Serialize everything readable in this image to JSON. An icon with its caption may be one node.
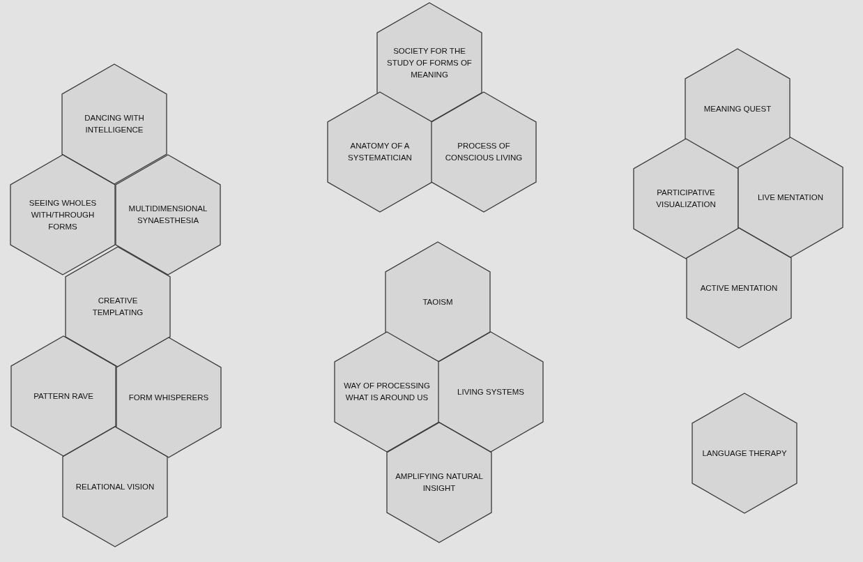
{
  "diagram": {
    "nodes": [
      {
        "text": [
          "DANCING WITH INTELLIGENCE"
        ]
      },
      {
        "text": [
          "SEEING WHOLES WITH/THROUGH FORMS"
        ]
      },
      {
        "text": [
          "MULTIDIMENSIONAL SYNAESTHESIA"
        ]
      },
      {
        "text": [
          "CREATIVE TEMPLATING"
        ]
      },
      {
        "text": [
          "PATTERN RAVE"
        ]
      },
      {
        "text": [
          "FORM WHISPERERS"
        ]
      },
      {
        "text": [
          "RELATIONAL VISION"
        ]
      },
      {
        "text": [
          "SOCIETY FOR THE STUDY OF FORMS OF MEANING"
        ]
      },
      {
        "text": [
          "ANATOMY OF A SYSTEMATICIAN"
        ]
      },
      {
        "text": [
          "PROCESS OF CONSCIOUS LIVING"
        ]
      },
      {
        "text": [
          "TAOISM"
        ]
      },
      {
        "text": [
          "WAY OF PROCESSING WHAT IS AROUND US"
        ]
      },
      {
        "text": [
          "LIVING SYSTEMS"
        ]
      },
      {
        "text": [
          "AMPLIFYING NATURAL INSIGHT"
        ]
      },
      {
        "text": [
          "MEANING QUEST"
        ]
      },
      {
        "text": [
          "PARTICIPATIVE VISUALIZATION"
        ]
      },
      {
        "text": [
          "LIVE MENTATION"
        ]
      },
      {
        "text": [
          "ACTIVE MENTATION"
        ]
      },
      {
        "text": [
          "LANGUAGE THERAPY"
        ]
      }
    ]
  }
}
